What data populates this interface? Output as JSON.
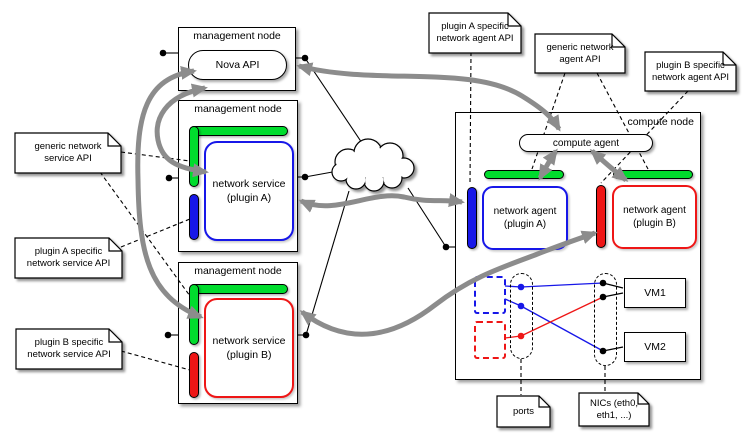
{
  "colors": {
    "green": "#00dc2d",
    "blue": "#1717e8",
    "red": "#ee1616",
    "arrow_gray": "#8c8c8c",
    "line_black": "#000000"
  },
  "management_node_1": {
    "title": "management node",
    "service": "Nova API"
  },
  "management_node_2": {
    "title": "management node",
    "service": "network service\n(plugin A)"
  },
  "management_node_3": {
    "title": "management node",
    "service": "network service\n(plugin B)"
  },
  "compute_node": {
    "title": "compute node",
    "compute_agent": "compute agent",
    "agent_a": "network agent\n(plugin A)",
    "agent_b": "network agent\n(plugin B)",
    "vm1": "VM1",
    "vm2": "VM2"
  },
  "notes": {
    "generic_service_api": "generic network\nservice API",
    "plugin_a_service_api": "plugin A specific\nnetwork service API",
    "plugin_b_service_api": "plugin B specific\nnetwork service API",
    "plugin_a_agent_api": "plugin A specific\nnetwork agent API",
    "generic_agent_api": "generic network\nagent API",
    "plugin_b_agent_api": "plugin B specific\nnetwork agent API",
    "ports": "ports",
    "nics": "NICs (eth0,\neth1, ...)"
  }
}
